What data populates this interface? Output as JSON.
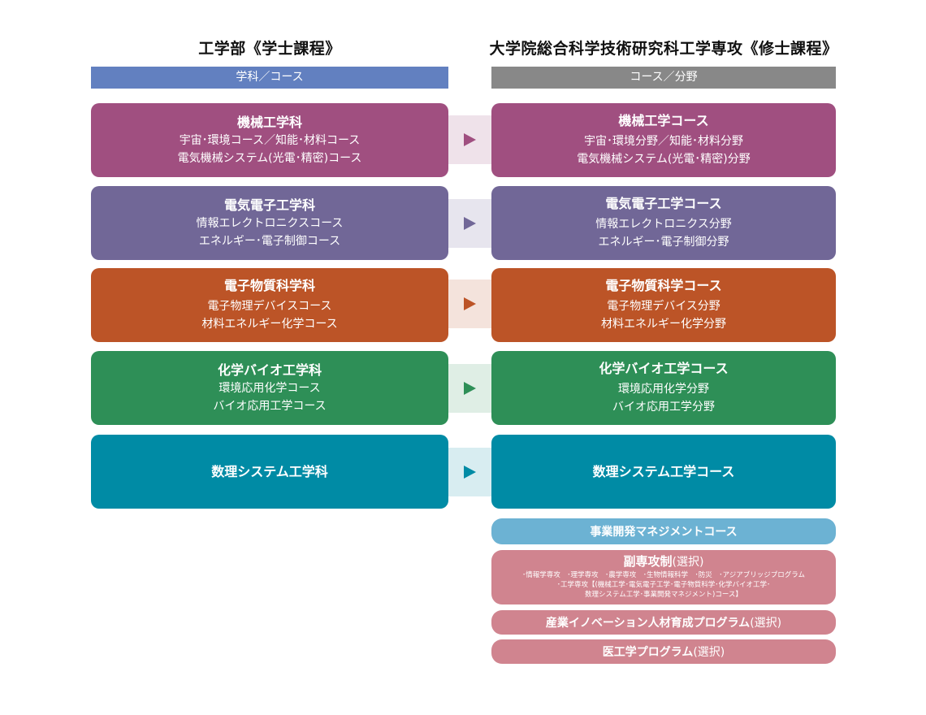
{
  "undergrad": {
    "title": "工学部《学士課程》",
    "bar_label": "学科／コース",
    "bar_color": "#6280c0"
  },
  "graduate": {
    "title": "大学院総合科学技術研究科工学専攻《修士課程》",
    "bar_label": "コース／分野",
    "bar_color": "#888888"
  },
  "rows": [
    {
      "color": "#a04f80",
      "connector_color": "#efe2ea",
      "left": {
        "title": "機械工学科",
        "lines": [
          "宇宙･環境コース／知能･材料コース",
          "電気機械システム(光電･精密)コース"
        ]
      },
      "right": {
        "title": "機械工学コース",
        "lines": [
          "宇宙･環境分野／知能･材料分野",
          "電気機械システム(光電･精密)分野"
        ]
      }
    },
    {
      "color": "#716797",
      "connector_color": "#e7e5ee",
      "left": {
        "title": "電気電子工学科",
        "lines": [
          "情報エレクトロニクスコース",
          "エネルギー･電子制御コース"
        ]
      },
      "right": {
        "title": "電気電子工学コース",
        "lines": [
          "情報エレクトロニクス分野",
          "エネルギー･電子制御分野"
        ]
      }
    },
    {
      "color": "#bc5427",
      "connector_color": "#f4e3dc",
      "left": {
        "title": "電子物質科学科",
        "lines": [
          "電子物理デバイスコース",
          "材料エネルギー化学コース"
        ]
      },
      "right": {
        "title": "電子物質科学コース",
        "lines": [
          "電子物理デバイス分野",
          "材料エネルギー化学分野"
        ]
      }
    },
    {
      "color": "#2e8f57",
      "connector_color": "#dfeee5",
      "left": {
        "title": "化学バイオ工学科",
        "lines": [
          "環境応用化学コース",
          "バイオ応用工学コース"
        ]
      },
      "right": {
        "title": "化学バイオ工学コース",
        "lines": [
          "環境応用化学分野",
          "バイオ応用工学分野"
        ]
      }
    },
    {
      "color": "#008ba5",
      "connector_color": "#d8edf1",
      "left": {
        "title": "数理システム工学科",
        "lines": []
      },
      "right": {
        "title": "数理システム工学コース",
        "lines": []
      }
    }
  ],
  "extras": {
    "business": {
      "title": "事業開発マネジメントコース",
      "color": "#6cb2d3"
    },
    "minor": {
      "title": "副専攻制",
      "note": "(選択)",
      "color": "#d0848f",
      "lines": [
        "･情報学専攻　･理学専攻　･農学専攻　･生物情報科学　･防災　･アジアブリッジプログラム",
        "･工学専攻【(機械工学･電気電子工学･電子物質科学･化学バイオ工学･",
        "数理システム工学･事業開発マネジメント)コース】"
      ]
    },
    "innovation": {
      "title": "産業イノベーション人材育成プログラム",
      "note": "(選択)",
      "color": "#d0848f"
    },
    "medical": {
      "title": "医工学プログラム",
      "note": "(選択)",
      "color": "#d0848f"
    }
  }
}
